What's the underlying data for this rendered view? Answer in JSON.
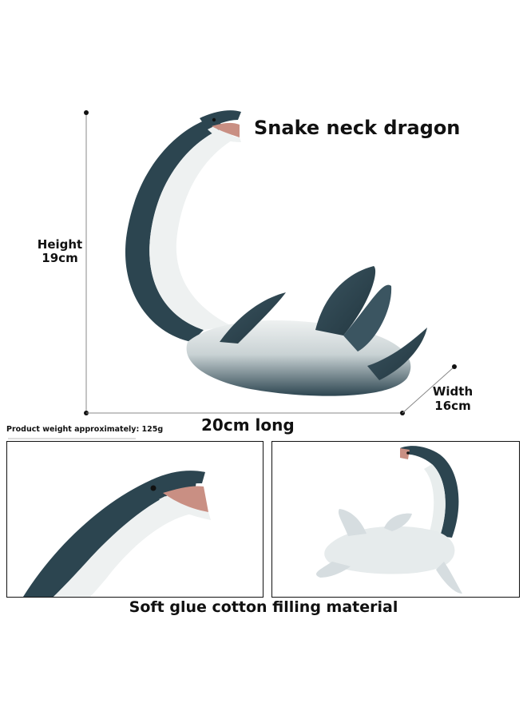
{
  "product": {
    "title": "Snake neck dragon",
    "dimensions": {
      "height_label": "Height",
      "height_value": "19cm",
      "width_label": "Width",
      "width_value": "16cm",
      "length_label": "20cm long"
    },
    "weight_note": "Product weight approximately: 125g",
    "material_note": "Soft glue cotton filling material"
  },
  "icons": {
    "main": "plesiosaur-figure",
    "detail_left": "plesiosaur-head-closeup",
    "detail_right": "plesiosaur-side-view"
  },
  "colors": {
    "body_dark": "#2c4550",
    "body_light": "#eef1f1",
    "mouth": "#c98f83",
    "text": "#111111"
  }
}
